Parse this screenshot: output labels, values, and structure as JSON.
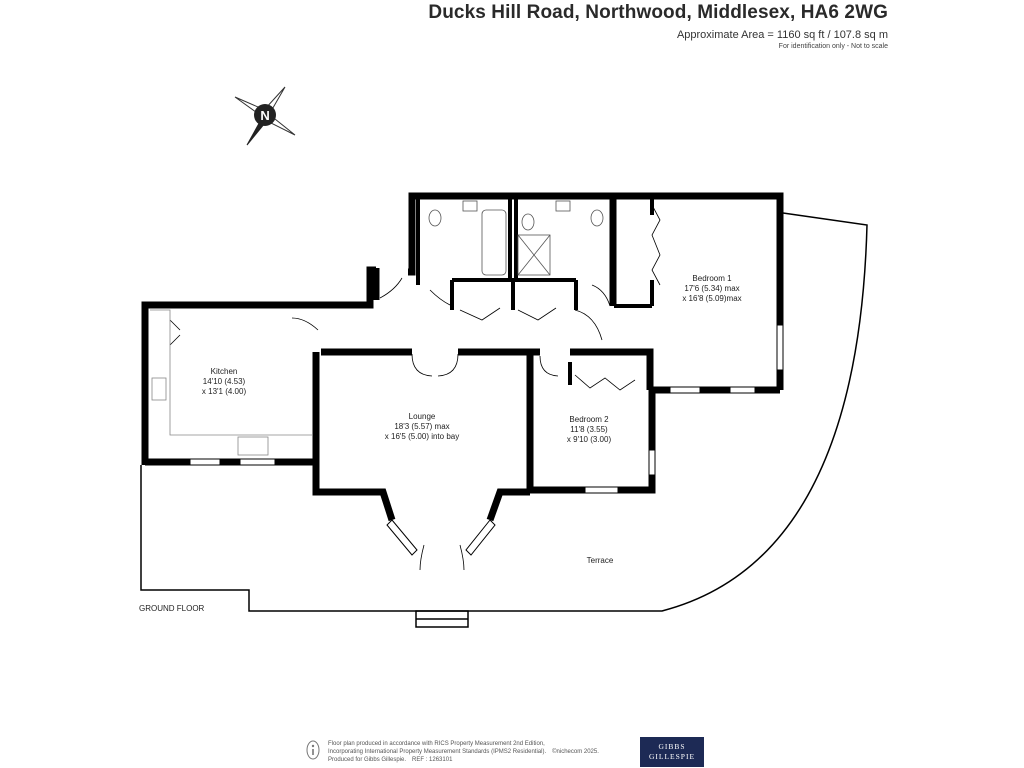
{
  "header": {
    "address": "Ducks Hill Road, Northwood, Middlesex, HA6 2WG",
    "area": "Approximate Area = 1160 sq ft / 107.8 sq m",
    "disclaimer": "For identification only - Not to scale"
  },
  "compass": {
    "letter": "N",
    "icon": "compass-rose-icon"
  },
  "floor_label": "GROUND FLOOR",
  "rooms": {
    "kitchen": {
      "name": "Kitchen",
      "dim1": "14'10 (4.53)",
      "dim2": "x 13'1 (4.00)"
    },
    "lounge": {
      "name": "Lounge",
      "dim1": "18'3 (5.57) max",
      "dim2": "x 16'5 (5.00) into bay"
    },
    "bedroom1": {
      "name": "Bedroom 1",
      "dim1": "17'6 (5.34) max",
      "dim2": "x 16'8 (5.09)max"
    },
    "bedroom2": {
      "name": "Bedroom 2",
      "dim1": "11'8 (3.55)",
      "dim2": "x 9'10 (3.00)"
    },
    "terrace": {
      "name": "Terrace"
    }
  },
  "footer": {
    "line1": "Floor plan produced in accordance with RICS Property Measurement 2nd Edition,",
    "line2": "Incorporating International Property Measurement Standards (IPMS2 Residential).",
    "copyright": "©nichecom 2025.",
    "produced": "Produced for Gibbs Gillespie.",
    "ref": "REF : 1263101",
    "logo_line1": "GIBBS",
    "logo_line2": "GILLESPIE"
  },
  "colors": {
    "wall": "#000000",
    "logo_bg": "#1d2a55"
  }
}
